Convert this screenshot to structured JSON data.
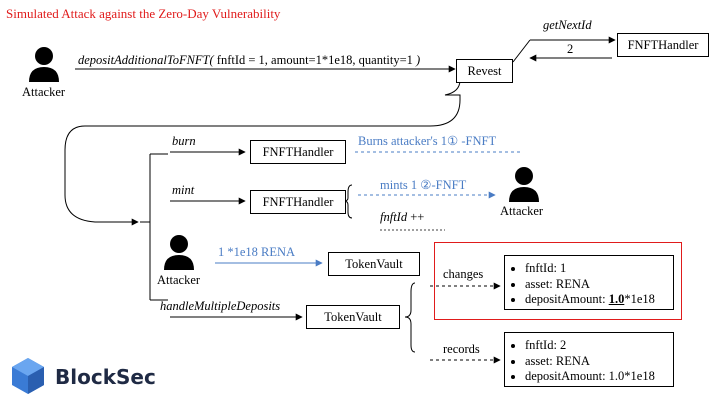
{
  "title": "Simulated Attack against the Zero-Day Vulnerability",
  "attacker_label": "Attacker",
  "top": {
    "call": "depositAdditionalToFNFT(",
    "params": "fnftId = 1, amount=1*1e18, quantity=1 ",
    "close": ")",
    "revest": "Revest",
    "get_next_id": "getNextId",
    "return_value": "2",
    "handler": "FNFTHandler"
  },
  "steps": {
    "burn": {
      "label": "burn",
      "box": "FNFTHandler",
      "note_prefix": "Burns attacker's 1",
      "note_glyph": "①",
      "note_suffix": " -FNFT"
    },
    "mint": {
      "label": "mint",
      "box": "FNFTHandler",
      "note_prefix": "mints 1 ",
      "note_glyph": "②",
      "note_suffix": "-FNFT",
      "increment_var": "fnftId",
      "increment_op": " ++"
    },
    "transfer": {
      "label": "1 *1e18 RENA",
      "box": "TokenVault"
    },
    "deposits": {
      "label": "handleMultipleDeposits",
      "box": "TokenVault",
      "changes_label": "changes",
      "records_label": "records"
    }
  },
  "changes_list": {
    "line1": "fnftId: 1",
    "line2": "asset: RENA",
    "line3_prefix": "depositAmount: ",
    "line3_emph": "1.0",
    "line3_suffix": "*1e18"
  },
  "records_list": {
    "line1": "fnftId: 2",
    "line2": "asset: RENA",
    "line3": "depositAmount: 1.0*1e18"
  },
  "brand": {
    "name": "BlockSec",
    "logo_icon": "cube-logo-icon",
    "color": "#1f2a44"
  },
  "colors": {
    "red": "#e01b1b",
    "blue": "#4a7cc4"
  }
}
